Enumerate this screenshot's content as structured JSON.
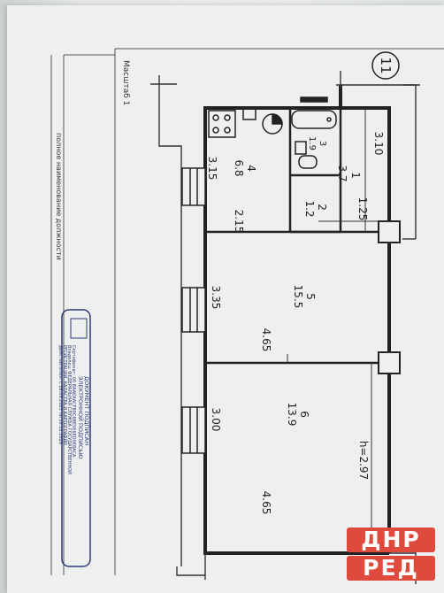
{
  "plan": {
    "scale_label": "Масштаб 1",
    "position_label": "полное наименование должности",
    "apartment_number": "11",
    "height_label": "h=2.97",
    "rooms": [
      {
        "number": "1",
        "area": "3.7"
      },
      {
        "number": "2",
        "area": "1.2"
      },
      {
        "number": "3",
        "area": "1.9"
      },
      {
        "number": "4",
        "area": "6.8"
      },
      {
        "number": "5",
        "area": "15.5"
      },
      {
        "number": "6",
        "area": "13.9"
      }
    ],
    "dimensions": {
      "d310": "3.10",
      "d125": "1.25",
      "d315": "3.15",
      "d215": "2.15",
      "d335": "3.35",
      "d465a": "4.65",
      "d300": "3.00",
      "d465b": "4.65"
    }
  },
  "stamp": {
    "title": "ДОКУМЕНТ ПОДПИСАН",
    "subtitle": "ЭЛЕКТРОННОЙ ПОДПИСЬЮ",
    "certificate": "Сертификат: 00 BAAEAACF80C6BE5E6ED0E8ACA",
    "owner": "Владелец: ФЕДЕРАЛЬНАЯ СЛУЖБА ГОСУДАРСТВЕННОЙ",
    "owner2": "РЕГИСТРАЦИИ, КАДАСТРА И КАРТОГРАФИИ",
    "valid": "Действителен: с 16.09.2025 по 10.12.2026"
  },
  "watermark": {
    "line1": "ДНР",
    "line2": "РЕД",
    "color": "#e04a3c"
  }
}
